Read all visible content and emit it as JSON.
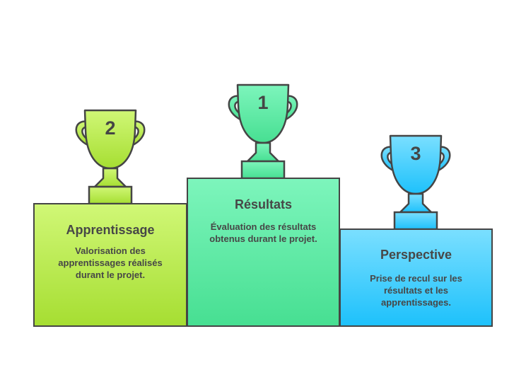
{
  "podiums": [
    {
      "position": "left",
      "rank": "2",
      "title": "Apprentissage",
      "description": "Valorisation des apprentissages réalisés durant le projet.",
      "color_top": "#d0f776",
      "color_bottom": "#a6de32"
    },
    {
      "position": "center",
      "rank": "1",
      "title": "Résultats",
      "description": "Évaluation des résultats obtenus durant le projet.",
      "color_top": "#7df5bc",
      "color_bottom": "#47df92"
    },
    {
      "position": "right",
      "rank": "3",
      "title": "Perspective",
      "description": "Prise de recul sur les résultats et les apprentissages.",
      "color_top": "#7adfff",
      "color_bottom": "#1ec1fb"
    }
  ],
  "icons": {
    "trophy": "trophy-icon"
  },
  "outline_color": "#454545",
  "text_color": "#474747"
}
